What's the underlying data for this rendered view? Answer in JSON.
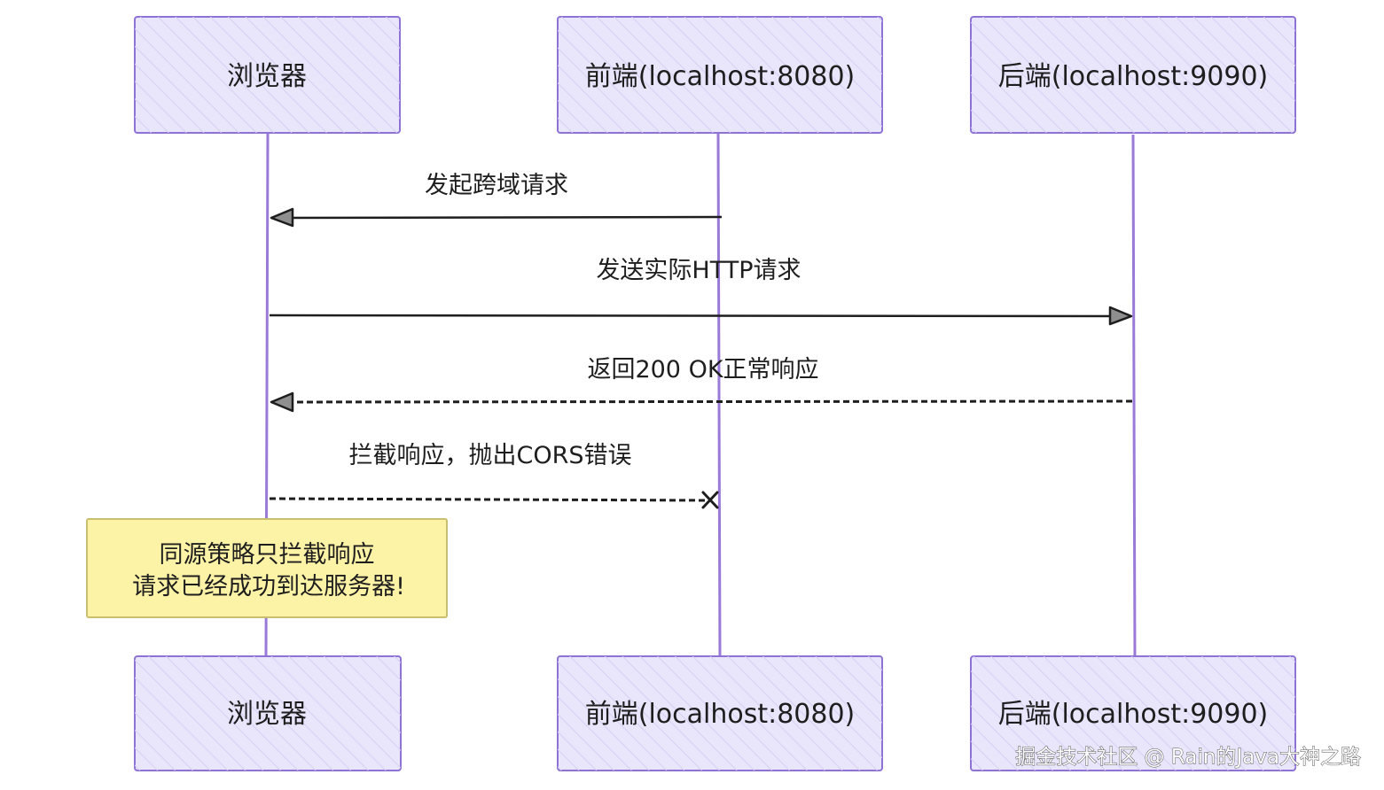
{
  "colors": {
    "participant_fill": "#e9e6fb",
    "participant_stroke": "#8e72d6",
    "lifeline": "#9a7ad8",
    "arrow": "#1e1e1e",
    "note_fill": "#fdf3a7",
    "note_stroke": "#c9bf6e",
    "text": "#1e1e1e"
  },
  "participants": [
    {
      "id": "browser",
      "label": "浏览器"
    },
    {
      "id": "frontend",
      "label": "前端(localhost:8080)"
    },
    {
      "id": "backend",
      "label": "后端(localhost:9090)"
    }
  ],
  "messages": [
    {
      "label": "发起跨域请求",
      "from": "frontend",
      "to": "browser",
      "style": "solid",
      "head": "arrow"
    },
    {
      "label": "发送实际HTTP请求",
      "from": "browser",
      "to": "backend",
      "style": "solid",
      "head": "arrow"
    },
    {
      "label": "返回200 OK正常响应",
      "from": "backend",
      "to": "browser",
      "style": "dashed",
      "head": "arrow"
    },
    {
      "label": "拦截响应，抛出CORS错误",
      "from": "browser",
      "to": "frontend",
      "style": "dashed",
      "head": "cross"
    }
  ],
  "note": {
    "lines": [
      "同源策略只拦截响应",
      "请求已经成功到达服务器!"
    ]
  },
  "watermark": "掘金技术社区 @ Rain的Java大神之路"
}
